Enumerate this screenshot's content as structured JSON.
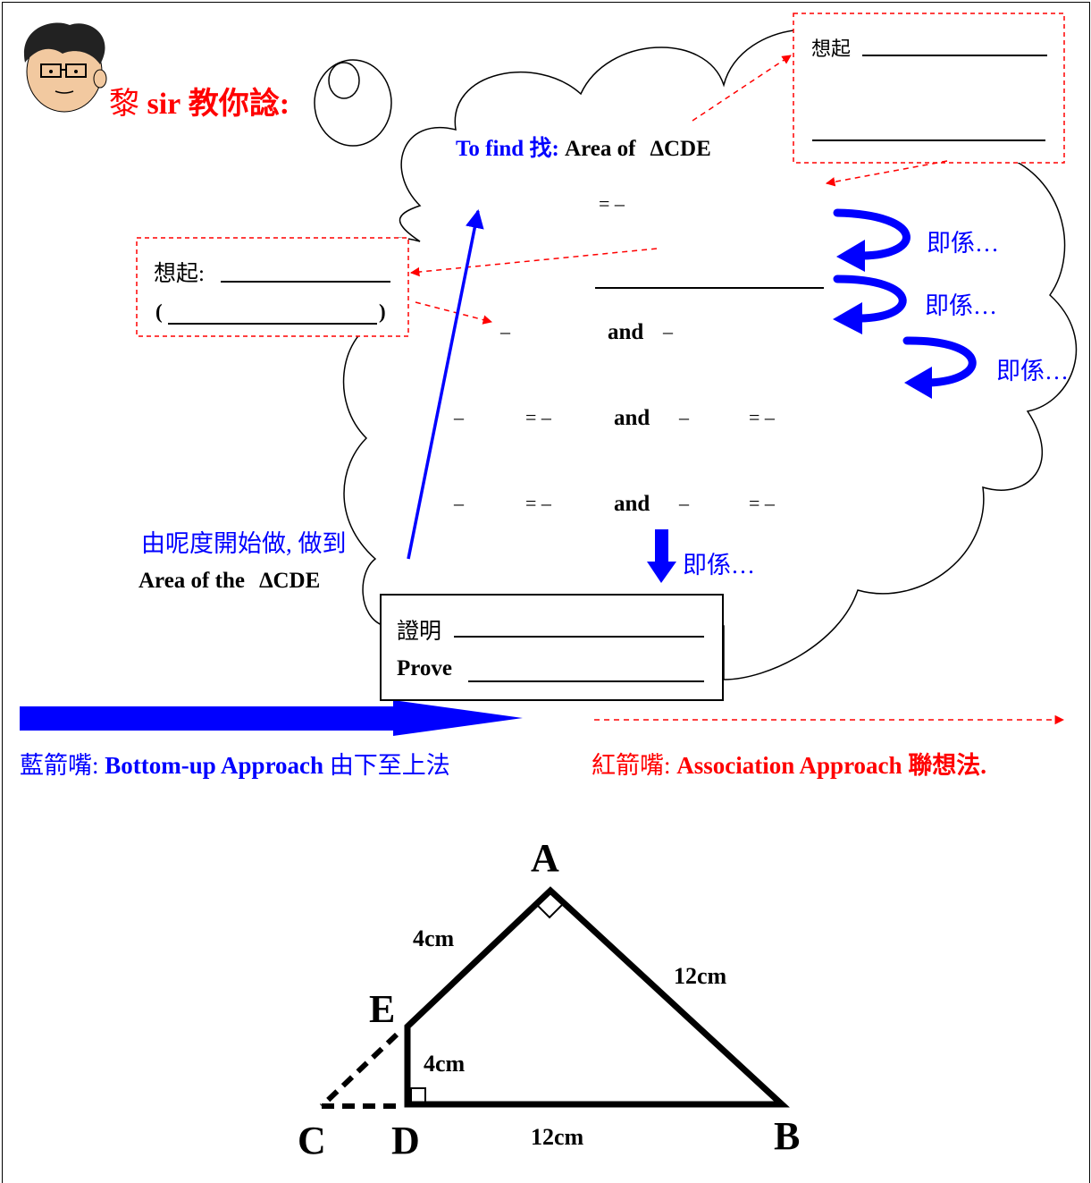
{
  "header": {
    "title_cn_prefix": "黎",
    "title_en": "sir",
    "title_cn_suffix": "教你諗:"
  },
  "goal": {
    "label": "To find 找:",
    "text": "Area of",
    "symbol": "∆",
    "target": "CDE"
  },
  "recall_box_top": {
    "label": "想起"
  },
  "recall_box_left": {
    "label": "想起:",
    "paren_open": "(",
    "paren_close": ")"
  },
  "steps": {
    "eq_minus_1": "= –",
    "minus": "–",
    "eq_minus": "= –",
    "and": "and"
  },
  "side_notes": {
    "that_is": "即係…"
  },
  "bottom_up_note": {
    "line1": "由呢度開始做, 做到",
    "line2_text": "Area of the",
    "line2_symbol": "∆",
    "line2_target": "CDE"
  },
  "prove_box": {
    "label_cn": "證明",
    "label_en": "Prove"
  },
  "legend": {
    "blue_label_cn": "藍箭嘴:",
    "blue_label_en": "Bottom-up Approach",
    "blue_label_cn_tail": "由下至上法",
    "red_label_cn": "紅箭嘴:",
    "red_label_en": "Association Approach",
    "red_label_cn_tail": "聯想法."
  },
  "triangle": {
    "vertex_a": "A",
    "vertex_b": "B",
    "vertex_c": "C",
    "vertex_d": "D",
    "vertex_e": "E",
    "len_ae": "4cm",
    "len_ab": "12cm",
    "len_ed": "4cm",
    "len_db": "12cm"
  },
  "colors": {
    "red": "#ff0000",
    "blue": "#0000ff",
    "black": "#000000"
  }
}
